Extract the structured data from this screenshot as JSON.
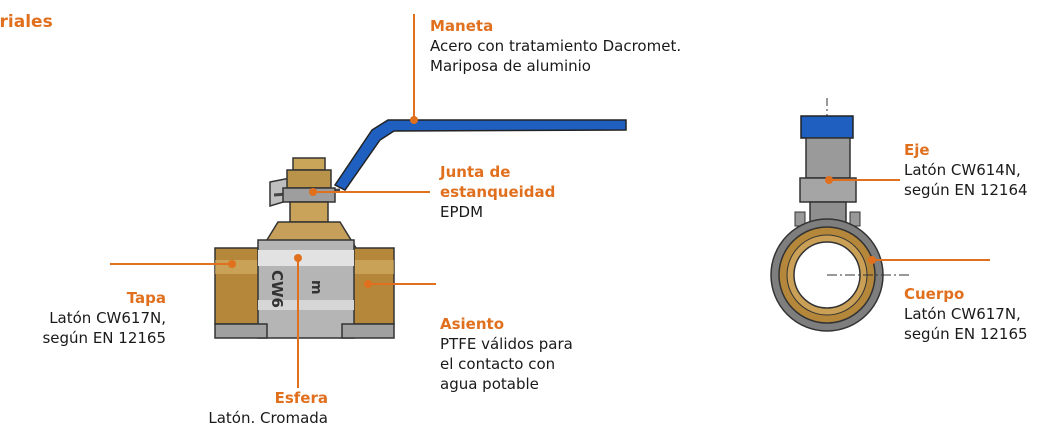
{
  "heading": "eriales",
  "colors": {
    "accent": "#e0701e",
    "handle": "#1f5fbf",
    "brass": "#b07d2e",
    "chrome": "#a8a8a8"
  },
  "labels": {
    "maneta": {
      "title": "Maneta",
      "lines": [
        "Acero con tratamiento Dacromet.",
        "Mariposa de aluminio"
      ]
    },
    "junta": {
      "title_lines": [
        "Junta de",
        "estanqueidad"
      ],
      "lines": [
        "EPDM"
      ]
    },
    "tapa": {
      "title": "Tapa",
      "lines": [
        "Latón CW617N,",
        "según EN 12165"
      ]
    },
    "asiento": {
      "title": "Asiento",
      "lines": [
        "PTFE válidos para",
        "el contacto con",
        "agua potable"
      ]
    },
    "esfera": {
      "title": "Esfera",
      "lines": [
        "Latón. Cromada"
      ]
    },
    "eje": {
      "title": "Eje",
      "lines": [
        "Latón CW614N,",
        "según EN 12164"
      ]
    },
    "cuerpo": {
      "title": "Cuerpo",
      "lines": [
        "Latón CW617N,",
        "según EN 12165"
      ]
    }
  },
  "body_marking": "CW6"
}
